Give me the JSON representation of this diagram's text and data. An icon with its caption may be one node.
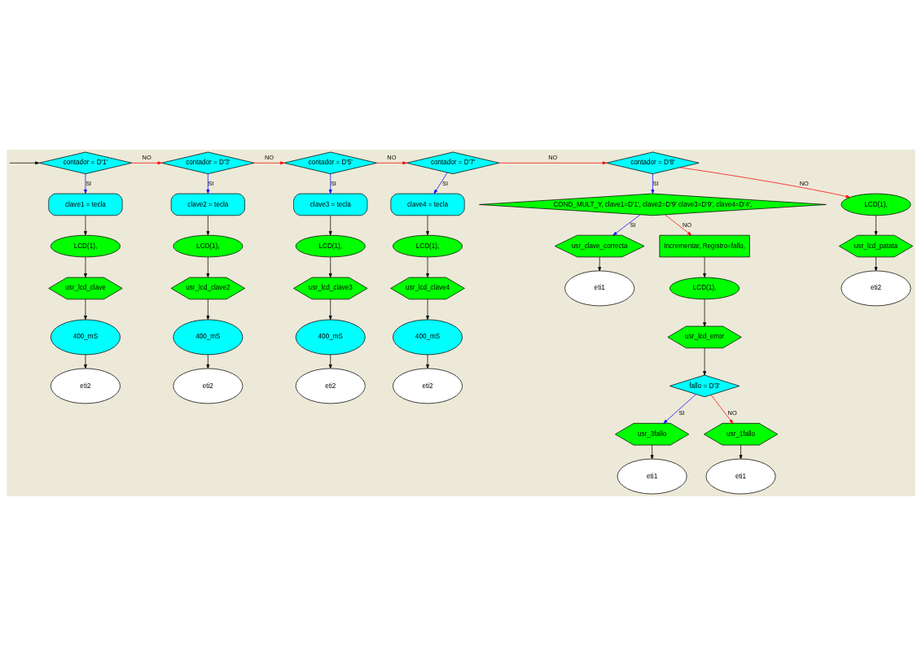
{
  "diagram": {
    "nodes": [
      {
        "text": [
          "contador = D'1'"
        ]
      },
      {
        "text": [
          "clave1 = tecla"
        ]
      },
      {
        "text": [
          "LCD(1),"
        ]
      },
      {
        "text": [
          "usr_lcd_clave"
        ]
      },
      {
        "text": [
          "400_mS"
        ]
      },
      {
        "text": [
          "eti2"
        ]
      },
      {
        "text": [
          "contador = D'3'"
        ]
      },
      {
        "text": [
          "clave2 = tecla"
        ]
      },
      {
        "text": [
          "LCD(1),"
        ]
      },
      {
        "text": [
          "usr_lcd_clave2"
        ]
      },
      {
        "text": [
          "400_mS"
        ]
      },
      {
        "text": [
          "eti2"
        ]
      },
      {
        "text": [
          "contador = D'5'"
        ]
      },
      {
        "text": [
          "clave3 = tecla"
        ]
      },
      {
        "text": [
          "LCD(1),"
        ]
      },
      {
        "text": [
          "usr_lcd_clave3"
        ]
      },
      {
        "text": [
          "400_mS"
        ]
      },
      {
        "text": [
          "eti2"
        ]
      },
      {
        "text": [
          "contador = D'7'"
        ]
      },
      {
        "text": [
          "clave4 = tecla"
        ]
      },
      {
        "text": [
          "LCD(1),"
        ]
      },
      {
        "text": [
          "usr_lcd_clave4"
        ]
      },
      {
        "text": [
          "400_mS"
        ]
      },
      {
        "text": [
          "eti2"
        ]
      },
      {
        "text": [
          "contador = D'8'"
        ]
      },
      {
        "text": [
          "COND_MULT_Y, clave1=D'1', clave2=D'9' clave3=D'9', clave4=D'4',"
        ]
      },
      {
        "text": [
          "usr_clave_correcta"
        ]
      },
      {
        "text": [
          "eti1"
        ]
      },
      {
        "text": [
          "Incrementar, Registro=fallo,"
        ]
      },
      {
        "text": [
          "LCD(1),"
        ]
      },
      {
        "text": [
          "usr_lcd_error"
        ]
      },
      {
        "text": [
          "fallo = D'3'"
        ]
      },
      {
        "text": [
          "usr_3fallo"
        ]
      },
      {
        "text": [
          "eti1"
        ]
      },
      {
        "text": [
          "usr_1fallo"
        ]
      },
      {
        "text": [
          "eti1"
        ]
      },
      {
        "text": [
          "LCD(1),"
        ]
      },
      {
        "text": [
          "usr_lcd_patata"
        ]
      },
      {
        "text": [
          "eti2"
        ]
      }
    ],
    "edges": [
      {
        "from": null,
        "to": 0,
        "arrow": "to"
      },
      {
        "from": 0,
        "to": 1,
        "arrow": "to",
        "label": "SI",
        "color": "#0000ff"
      },
      {
        "from": 1,
        "to": 2,
        "arrow": "to"
      },
      {
        "from": 2,
        "to": 3,
        "arrow": "to"
      },
      {
        "from": 3,
        "to": 4,
        "arrow": "to"
      },
      {
        "from": 4,
        "to": 5,
        "arrow": "to"
      },
      {
        "from": 0,
        "to": 6,
        "arrow": "to",
        "label": "NO",
        "color": "#ff0000"
      },
      {
        "from": 6,
        "to": 7,
        "arrow": "to",
        "label": "SI",
        "color": "#0000ff"
      },
      {
        "from": 7,
        "to": 8,
        "arrow": "to"
      },
      {
        "from": 8,
        "to": 9,
        "arrow": "to"
      },
      {
        "from": 9,
        "to": 10,
        "arrow": "to"
      },
      {
        "from": 10,
        "to": 11,
        "arrow": "to"
      },
      {
        "from": 6,
        "to": 12,
        "arrow": "to",
        "label": "NO",
        "color": "#ff0000"
      },
      {
        "from": 12,
        "to": 13,
        "arrow": "to",
        "label": "SI",
        "color": "#0000ff"
      },
      {
        "from": 13,
        "to": 14,
        "arrow": "to"
      },
      {
        "from": 14,
        "to": 15,
        "arrow": "to"
      },
      {
        "from": 15,
        "to": 16,
        "arrow": "to"
      },
      {
        "from": 16,
        "to": 17,
        "arrow": "to"
      },
      {
        "from": 12,
        "to": 18,
        "arrow": "to",
        "label": "NO",
        "color": "#ff0000"
      },
      {
        "from": 18,
        "to": 19,
        "arrow": "to",
        "label": "SI",
        "color": "#0000ff"
      },
      {
        "from": 19,
        "to": 20,
        "arrow": "to"
      },
      {
        "from": 20,
        "to": 21,
        "arrow": "to"
      },
      {
        "from": 21,
        "to": 22,
        "arrow": "to"
      },
      {
        "from": 22,
        "to": 23,
        "arrow": "to"
      },
      {
        "from": 18,
        "to": 24,
        "arrow": "to",
        "label": "NO",
        "color": "#ff0000"
      },
      {
        "from": 24,
        "to": 25,
        "arrow": "to",
        "label": "SI",
        "color": "#0000ff"
      },
      {
        "from": 25,
        "to": 26,
        "arrow": "to",
        "label": "SI",
        "color": "#0000ff"
      },
      {
        "from": 26,
        "to": 27,
        "arrow": "to"
      },
      {
        "from": 25,
        "to": 28,
        "arrow": "to",
        "label": "NO",
        "color": "#ff0000"
      },
      {
        "from": 28,
        "to": 29,
        "arrow": "to"
      },
      {
        "from": 29,
        "to": 30,
        "arrow": "to"
      },
      {
        "from": 30,
        "to": 31,
        "arrow": "to"
      },
      {
        "from": 31,
        "to": 32,
        "arrow": "to",
        "label": "SI",
        "color": "#0000ff"
      },
      {
        "from": 32,
        "to": 33,
        "arrow": "to"
      },
      {
        "from": 31,
        "to": 34,
        "arrow": "to",
        "label": "NO",
        "color": "#ff0000"
      },
      {
        "from": 34,
        "to": 35,
        "arrow": "to"
      },
      {
        "from": 24,
        "to": 36,
        "arrow": "to",
        "label": "NO",
        "color": "#ff0000"
      },
      {
        "from": 36,
        "to": 37,
        "arrow": "to"
      },
      {
        "from": 37,
        "to": 38,
        "arrow": "to"
      }
    ]
  }
}
